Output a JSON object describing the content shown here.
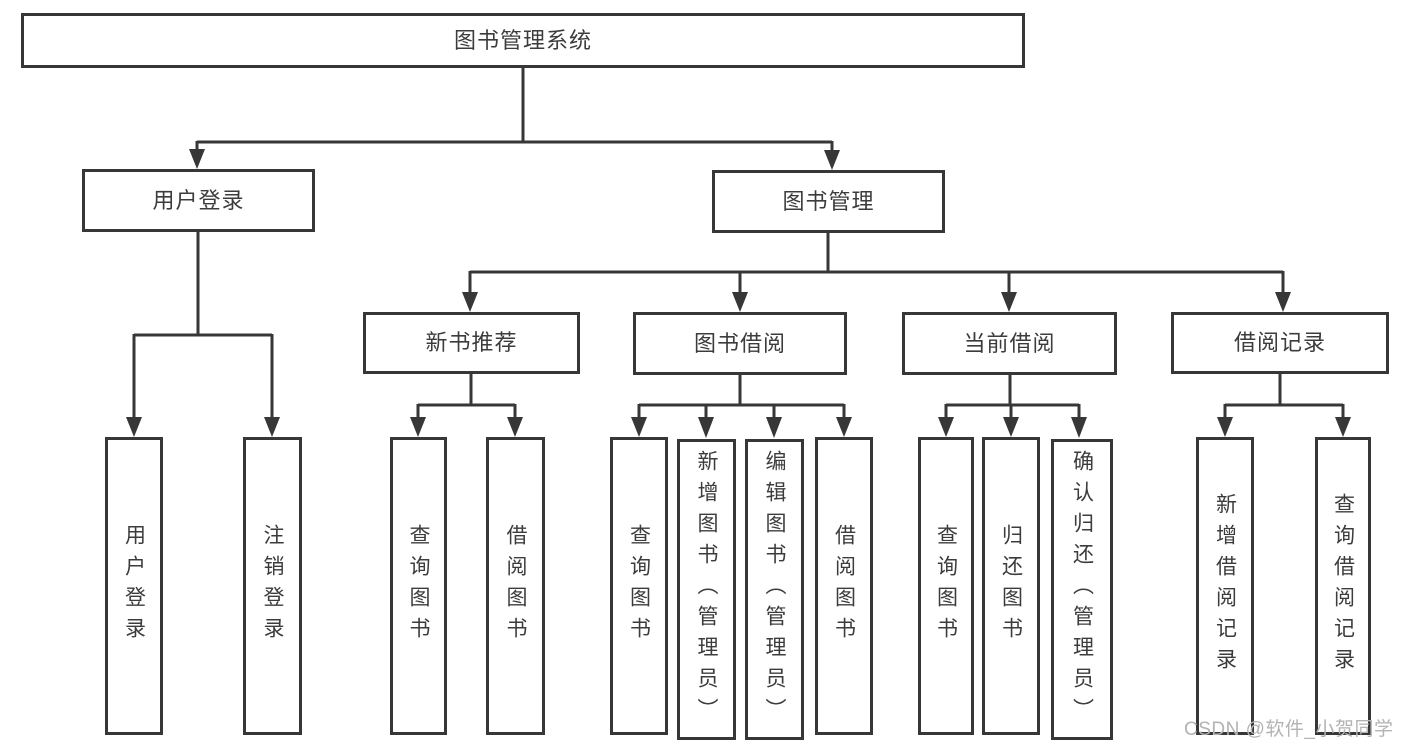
{
  "tree": {
    "label": "图书管理系统",
    "children": [
      {
        "label": "用户登录",
        "children": [
          {
            "label": "用户登录"
          },
          {
            "label": "注销登录"
          }
        ]
      },
      {
        "label": "图书管理",
        "children": [
          {
            "label": "新书推荐",
            "children": [
              {
                "label": "查询图书"
              },
              {
                "label": "借阅图书"
              }
            ]
          },
          {
            "label": "图书借阅",
            "children": [
              {
                "label": "查询图书"
              },
              {
                "label": "新增图书（管理员）"
              },
              {
                "label": "编辑图书（管理员）"
              },
              {
                "label": "借阅图书"
              }
            ]
          },
          {
            "label": "当前借阅",
            "children": [
              {
                "label": "查询图书"
              },
              {
                "label": "归还图书"
              },
              {
                "label": "确认归还（管理员）"
              }
            ]
          },
          {
            "label": "借阅记录",
            "children": [
              {
                "label": "新增借阅记录"
              },
              {
                "label": "查询借阅记录"
              }
            ]
          }
        ]
      }
    ]
  },
  "watermark": "CSDN @软件_小贺同学",
  "colors": {
    "line": "#373737",
    "box_border": "#373737",
    "text": "#3c3c3c",
    "background": "#ffffff",
    "watermark": "#b3b3b3"
  }
}
